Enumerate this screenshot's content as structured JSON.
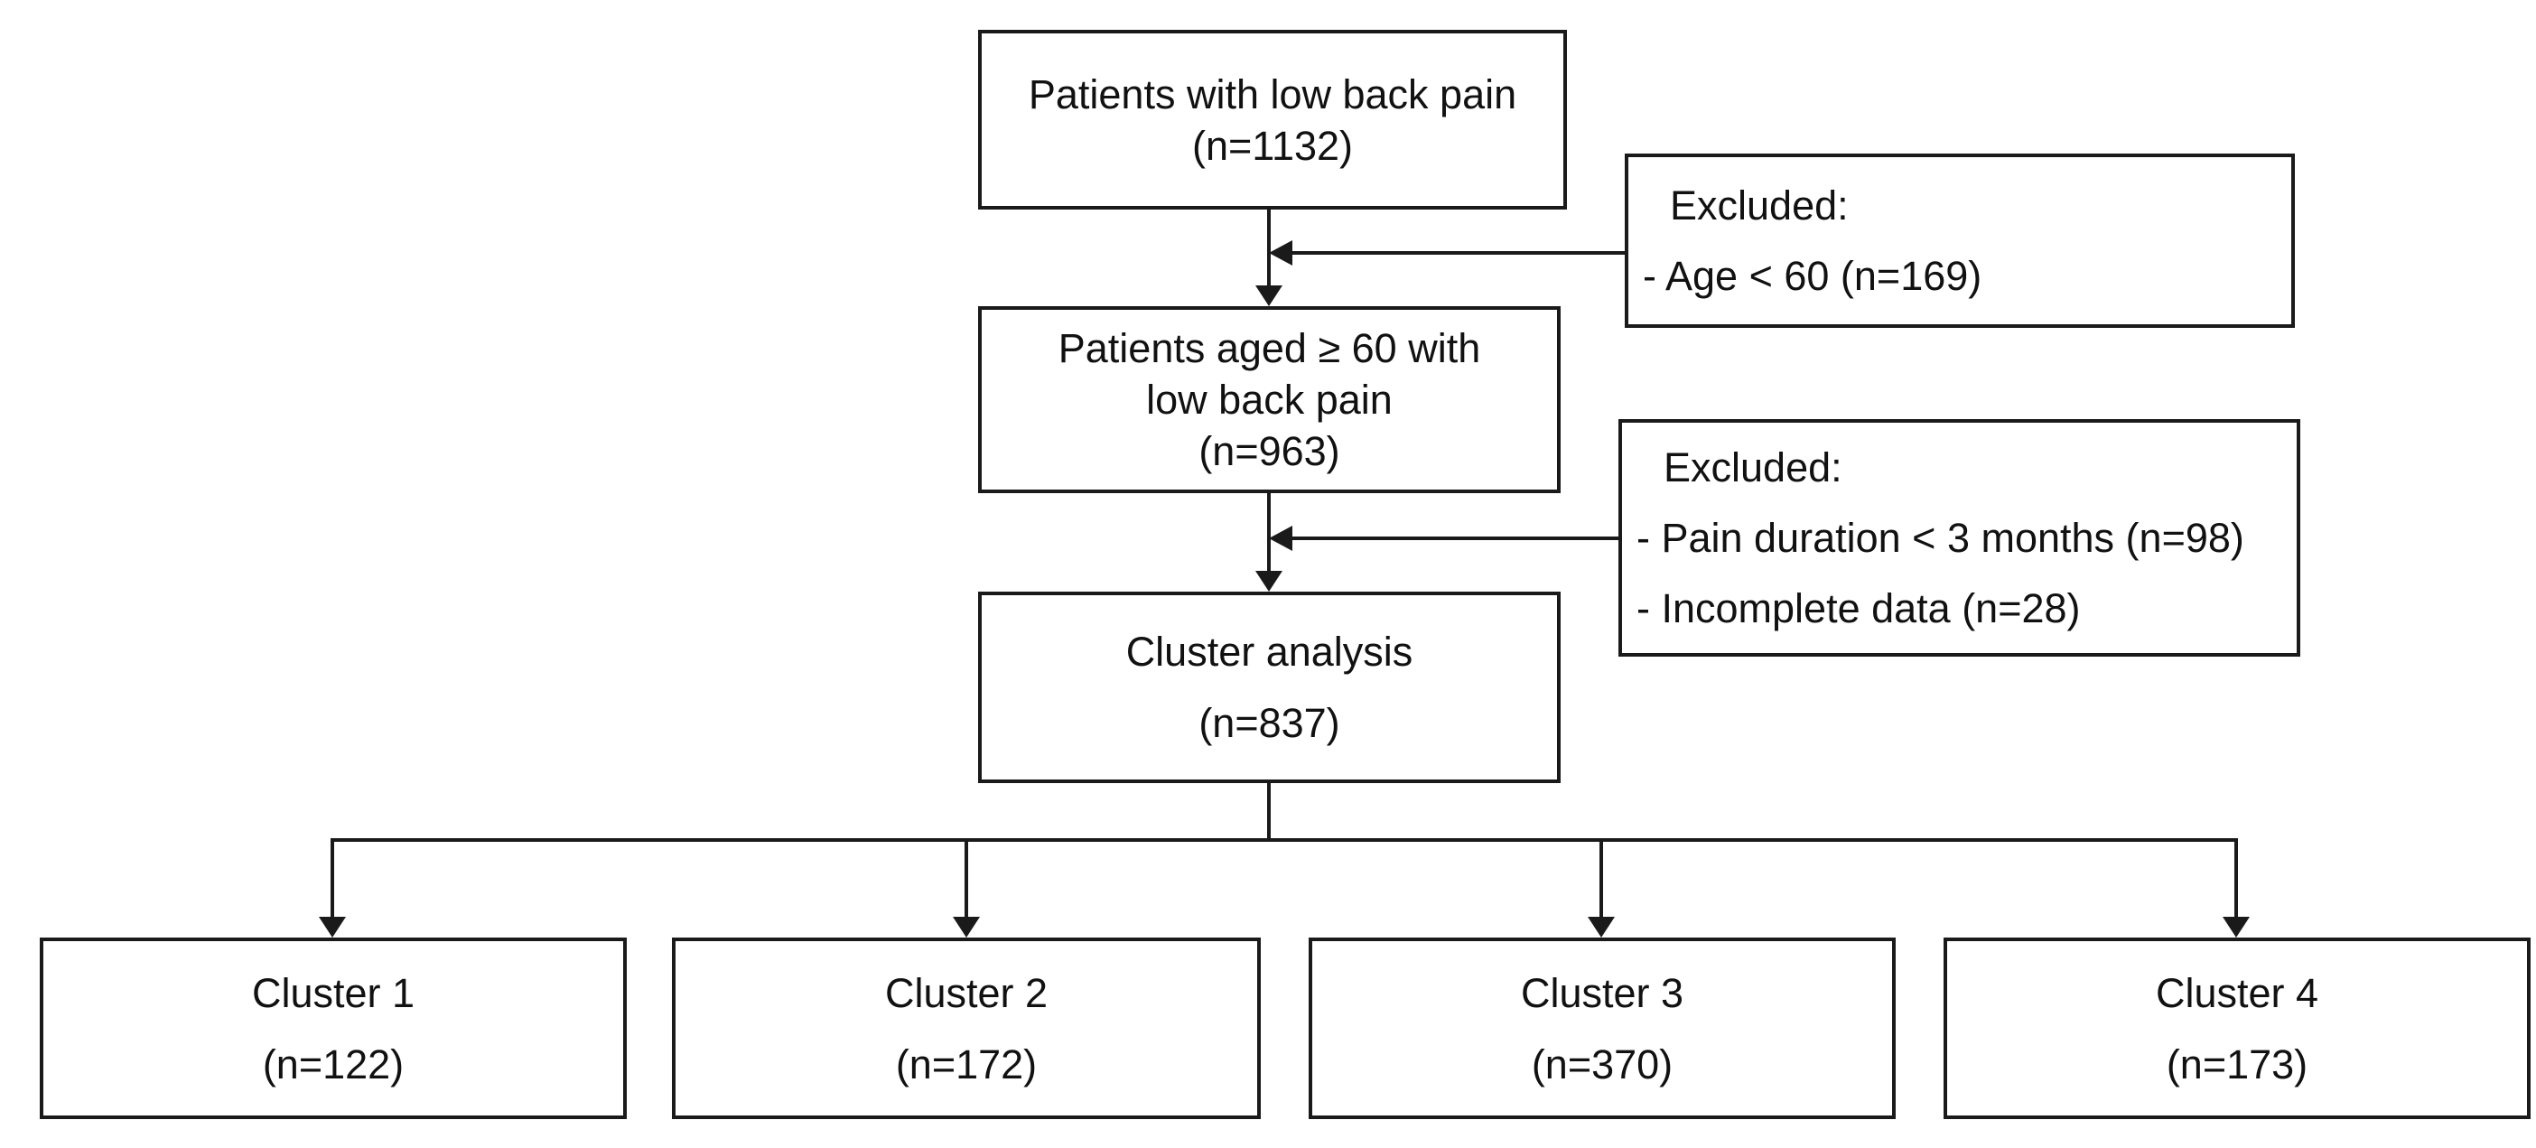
{
  "colors": {
    "background": "#ffffff",
    "line": "#1a1a1a",
    "text": "#111111"
  },
  "flow": {
    "top_box": {
      "lines": [
        "Patients with low back pain",
        "(n=1132)"
      ]
    },
    "excluded_1": {
      "header": "Excluded:",
      "items": [
        "- Age < 60 (n=169)"
      ]
    },
    "mid_box": {
      "lines": [
        "Patients aged ≥ 60 with",
        "low back pain",
        "(n=963)"
      ]
    },
    "excluded_2": {
      "header": "Excluded:",
      "items": [
        "- Pain duration < 3 months (n=98)",
        "- Incomplete data (n=28)"
      ]
    },
    "analysis_box": {
      "lines": [
        "Cluster analysis",
        "(n=837)"
      ]
    },
    "clusters": [
      {
        "label": "Cluster 1",
        "count": "(n=122)"
      },
      {
        "label": "Cluster 2",
        "count": "(n=172)"
      },
      {
        "label": "Cluster 3",
        "count": "(n=370)"
      },
      {
        "label": "Cluster 4",
        "count": "(n=173)"
      }
    ]
  }
}
